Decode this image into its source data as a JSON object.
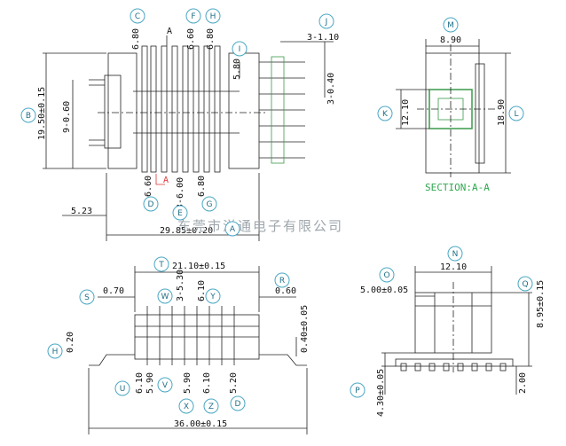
{
  "watermark": "东莞市洋通电子有限公司",
  "section_label": "SECTION:A-A",
  "section_marks": [
    "A",
    "A"
  ],
  "balloons": [
    {
      "id": "C",
      "letter": "C"
    },
    {
      "id": "F",
      "letter": "F"
    },
    {
      "id": "H",
      "letter": "H"
    },
    {
      "id": "J",
      "letter": "J"
    },
    {
      "id": "B",
      "letter": "B"
    },
    {
      "id": "I",
      "letter": "I"
    },
    {
      "id": "D",
      "letter": "D"
    },
    {
      "id": "E",
      "letter": "E"
    },
    {
      "id": "G",
      "letter": "G"
    },
    {
      "id": "A",
      "letter": "A"
    },
    {
      "id": "M",
      "letter": "M"
    },
    {
      "id": "K",
      "letter": "K"
    },
    {
      "id": "L",
      "letter": "L"
    },
    {
      "id": "T",
      "letter": "T"
    },
    {
      "id": "S",
      "letter": "S"
    },
    {
      "id": "W",
      "letter": "W"
    },
    {
      "id": "Y",
      "letter": "Y"
    },
    {
      "id": "R",
      "letter": "R"
    },
    {
      "id": "H2",
      "letter": "H"
    },
    {
      "id": "U",
      "letter": "U"
    },
    {
      "id": "V",
      "letter": "V"
    },
    {
      "id": "X",
      "letter": "X"
    },
    {
      "id": "Z",
      "letter": "Z"
    },
    {
      "id": "D2",
      "letter": "D"
    },
    {
      "id": "Q",
      "letter": "Q"
    },
    {
      "id": "N",
      "letter": "N"
    },
    {
      "id": "O",
      "letter": "O"
    },
    {
      "id": "P",
      "letter": "P"
    }
  ],
  "dims": {
    "d1": "6.80",
    "d2": "6.60",
    "d3": "6.80",
    "d4": "3-1.10",
    "d5": "5.80",
    "d6": "3-0.40",
    "d7": "19.50±0.15",
    "d8": "9-0.60",
    "d9": "6.60",
    "d10": "3-6.00",
    "d11": "6.80",
    "d12": "5.23",
    "d13": "29.85±0.20",
    "d14": "8.90",
    "d15": "12.10",
    "d16": "18.90",
    "d17": "21.10±0.15",
    "d18": "0.70",
    "d19": "3-5.30",
    "d20": "6.10",
    "d21": "0.60",
    "d22": "0.20",
    "d23": "0.40±0.05",
    "d24": "6.10",
    "d25": "5.90",
    "d26": "5.90",
    "d27": "6.10",
    "d28": "5.20",
    "d29": "36.00±0.15",
    "d30": "12.10",
    "d31": "5.00±0.05",
    "d32": "8.95±0.15",
    "d33": "4.30±0.05",
    "d34": "2.00"
  }
}
